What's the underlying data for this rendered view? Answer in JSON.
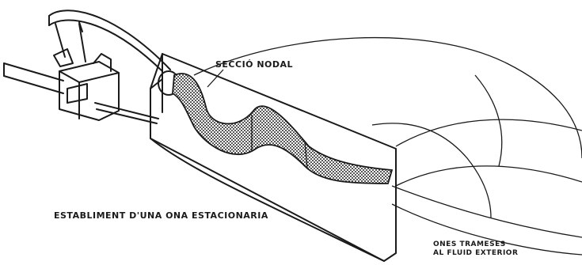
{
  "labels": {
    "nodal_section": "SECCIÓ NODAL",
    "caption": "ESTABLIMENT D'UNA ONA ESTACIONARIA",
    "transmitted_line1": "ONES TRAMESES",
    "transmitted_line2": "AL FLUID EXTERIOR"
  },
  "colors": {
    "ink": "#1a1a1a",
    "background": "#ffffff",
    "wave_fill": "#3a3a3a"
  }
}
